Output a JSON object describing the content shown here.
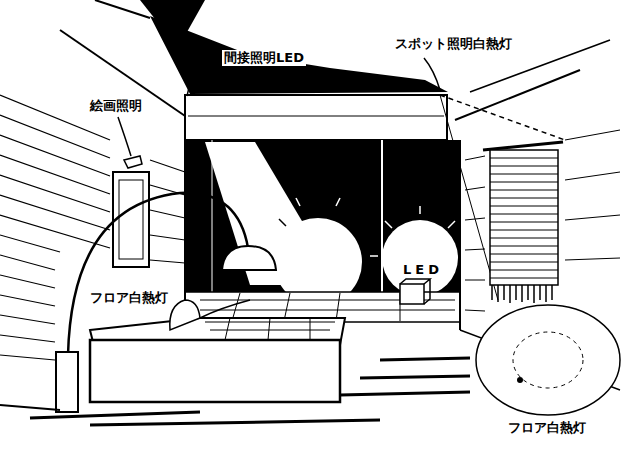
{
  "diagram": {
    "labels": [
      "間接照明LED",
      "スポット照明白熱灯",
      "絵画照明",
      "LED",
      "フロア白熱灯",
      "フロア白熱灯"
    ]
  }
}
